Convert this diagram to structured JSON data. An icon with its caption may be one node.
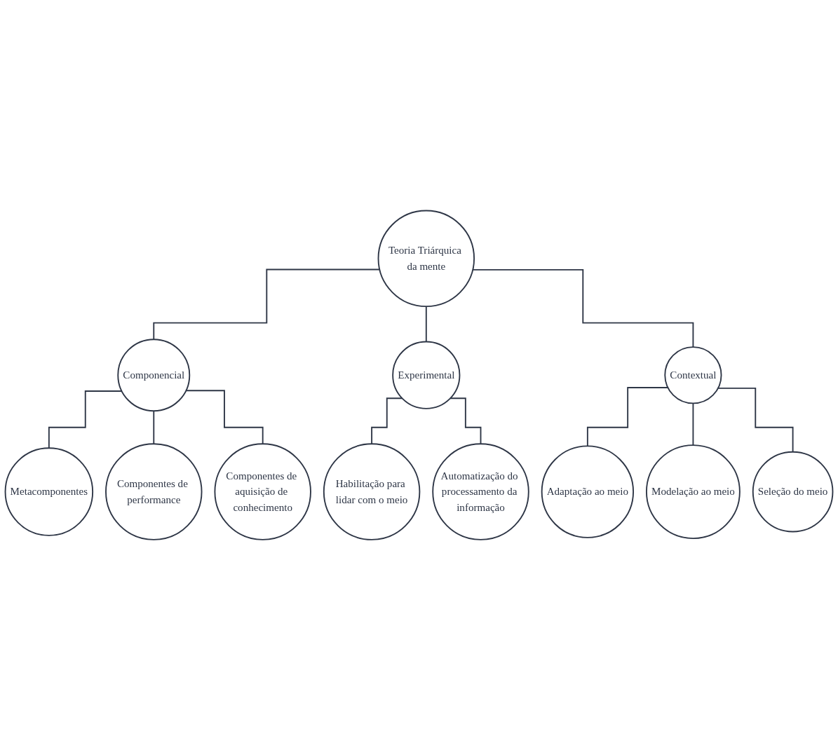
{
  "diagram": {
    "nodes": [
      {
        "text": [
          "Teoria Triárquica da mente"
        ]
      },
      {
        "text": [
          "Componencial"
        ]
      },
      {
        "text": [
          "Experimental"
        ]
      },
      {
        "text": [
          "Contextual"
        ]
      },
      {
        "text": [
          "Metacomponentes"
        ]
      },
      {
        "text": [
          "Componentes de performance"
        ]
      },
      {
        "text": [
          "Componentes de aquisição de conhecimento"
        ]
      },
      {
        "text": [
          "Habilitação para lidar com o meio"
        ]
      },
      {
        "text": [
          "Automatização do processamento da informação"
        ]
      },
      {
        "text": [
          "Adaptação ao meio"
        ]
      },
      {
        "text": [
          "Modelação ao meio"
        ]
      },
      {
        "text": [
          "Seleção do meio"
        ]
      }
    ],
    "edges": [
      {
        "from": 0,
        "to": 1,
        "arrow": "none"
      },
      {
        "from": 0,
        "to": 2,
        "arrow": "none"
      },
      {
        "from": 0,
        "to": 3,
        "arrow": "none"
      },
      {
        "from": 1,
        "to": 4,
        "arrow": "none"
      },
      {
        "from": 1,
        "to": 5,
        "arrow": "none"
      },
      {
        "from": 1,
        "to": 6,
        "arrow": "none"
      },
      {
        "from": 2,
        "to": 7,
        "arrow": "none"
      },
      {
        "from": 2,
        "to": 8,
        "arrow": "none"
      },
      {
        "from": 3,
        "to": 9,
        "arrow": "none"
      },
      {
        "from": 3,
        "to": 10,
        "arrow": "none"
      },
      {
        "from": 3,
        "to": 11,
        "arrow": "none"
      }
    ]
  }
}
